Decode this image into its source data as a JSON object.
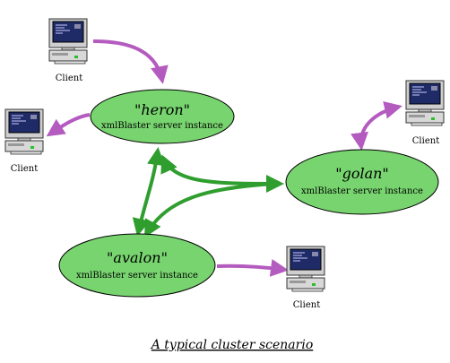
{
  "nodes": [
    {
      "id": "heron",
      "name": "\"heron\"",
      "subtitle": "xmlBlaster server instance"
    },
    {
      "id": "golan",
      "name": "\"golan\"",
      "subtitle": "xmlBlaster server instance"
    },
    {
      "id": "avalon",
      "name": "\"avalon\"",
      "subtitle": "xmlBlaster server instance"
    }
  ],
  "clients": [
    {
      "id": "client-top-left",
      "label": "Client"
    },
    {
      "id": "client-left",
      "label": "Client"
    },
    {
      "id": "client-top-right",
      "label": "Client"
    },
    {
      "id": "client-bottom-right",
      "label": "Client"
    }
  ],
  "caption": "A typical cluster scenario",
  "colors": {
    "node_fill": "#77d46f",
    "node_stroke": "#000000",
    "client_arrow": "#b45bbf",
    "cluster_arrow": "#2f9e2f"
  }
}
